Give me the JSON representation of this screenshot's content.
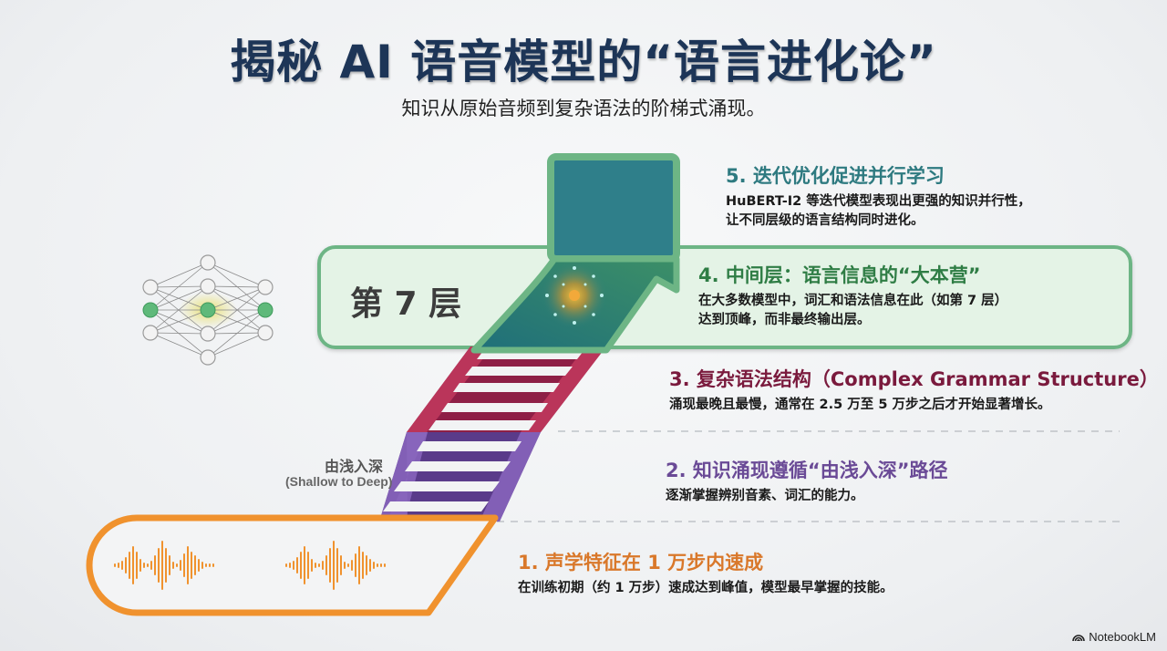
{
  "header": {
    "title": "揭秘 AI 语音模型的“语言进化论”",
    "subtitle": "知识从原始音频到复杂语法的阶梯式涌现。"
  },
  "diagram": {
    "layer_label": "第 7 层",
    "path_label_cn": "由浅入深",
    "path_label_en": "(Shallow to Deep)",
    "icons": [
      "neural-network-icon",
      "audio-waveform-icon",
      "sparkle-burst-icon",
      "ladder",
      "arrow-up-right"
    ],
    "colors": {
      "acoustic": "#f0922e",
      "knowledge": "#6d4a9c",
      "grammar": "#8e1f46",
      "middle_layer": "#6db585",
      "iterative": "#2f8a8f",
      "title": "#1d3557"
    }
  },
  "steps": [
    {
      "heading": "5. 迭代优化促进并行学习",
      "lines": [
        "HuBERT-I2 等迭代模型表现出更强的知识并行性，",
        "让不同层级的语言结构同时进化。"
      ],
      "color": "#2e7a80"
    },
    {
      "heading": "4. 中间层：语言信息的“大本营”",
      "lines": [
        "在大多数模型中，词汇和语法信息在此（如第 7 层）",
        "达到顶峰，而非最终输出层。"
      ],
      "color": "#2f7d45"
    },
    {
      "heading": "3. 复杂语法结构（Complex Grammar Structure）",
      "lines": [
        "涌现最晚且最慢，通常在 2.5 万至 5 万步之后才开始显著增长。"
      ],
      "color": "#7a1a3d"
    },
    {
      "heading": "2. 知识涌现遵循“由浅入深”路径",
      "lines": [
        "逐渐掌握辨别音素、词汇的能力。"
      ],
      "color": "#6a4a96"
    },
    {
      "heading": "1. 声学特征在 1 万步内速成",
      "lines": [
        "在训练初期（约 1 万步）速成达到峰值，模型最早掌握的技能。"
      ],
      "color": "#d9782a"
    }
  ],
  "footer": {
    "brand": "NotebookLM"
  }
}
